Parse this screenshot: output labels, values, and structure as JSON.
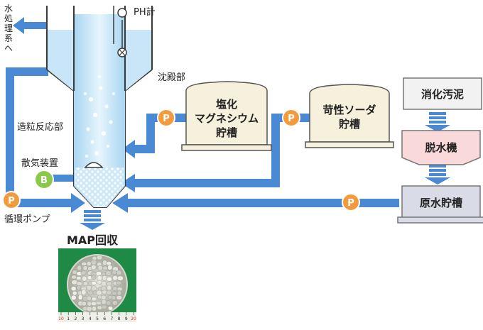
{
  "labels": {
    "water_treatment": "水処理系へ",
    "ph_meter": "PH計",
    "settling": "沈殿部",
    "granulation": "造粒反応部",
    "aeration": "散気装置",
    "circulation_pump": "循環ポンプ",
    "map_recovery": "MAP回収"
  },
  "tanks": {
    "mgcl": [
      "塩化",
      "マグネシウム",
      "貯槽"
    ],
    "naoh": [
      "苛性ソーダ",
      "貯槽"
    ]
  },
  "boxes": {
    "digested_sludge": "消化汚泥",
    "dewatering": "脱水機",
    "raw_water": "原水貯槽"
  },
  "badges": {
    "pump": "P",
    "blower": "B"
  },
  "photo": {
    "ruler_marks": [
      "10",
      "1",
      "2",
      "3",
      "4",
      "5",
      "6",
      "7",
      "8",
      "9",
      "20"
    ]
  },
  "colors": {
    "pipe": "#4a8ad4",
    "pump_badge": "#f29a3c",
    "blower_badge": "#8cc84b",
    "tank_fill": "#f6f1dc",
    "dewater_fill": "#f9d9d9",
    "raw_fill": "#d9dbe6",
    "reactor_water": "#b8def4"
  }
}
